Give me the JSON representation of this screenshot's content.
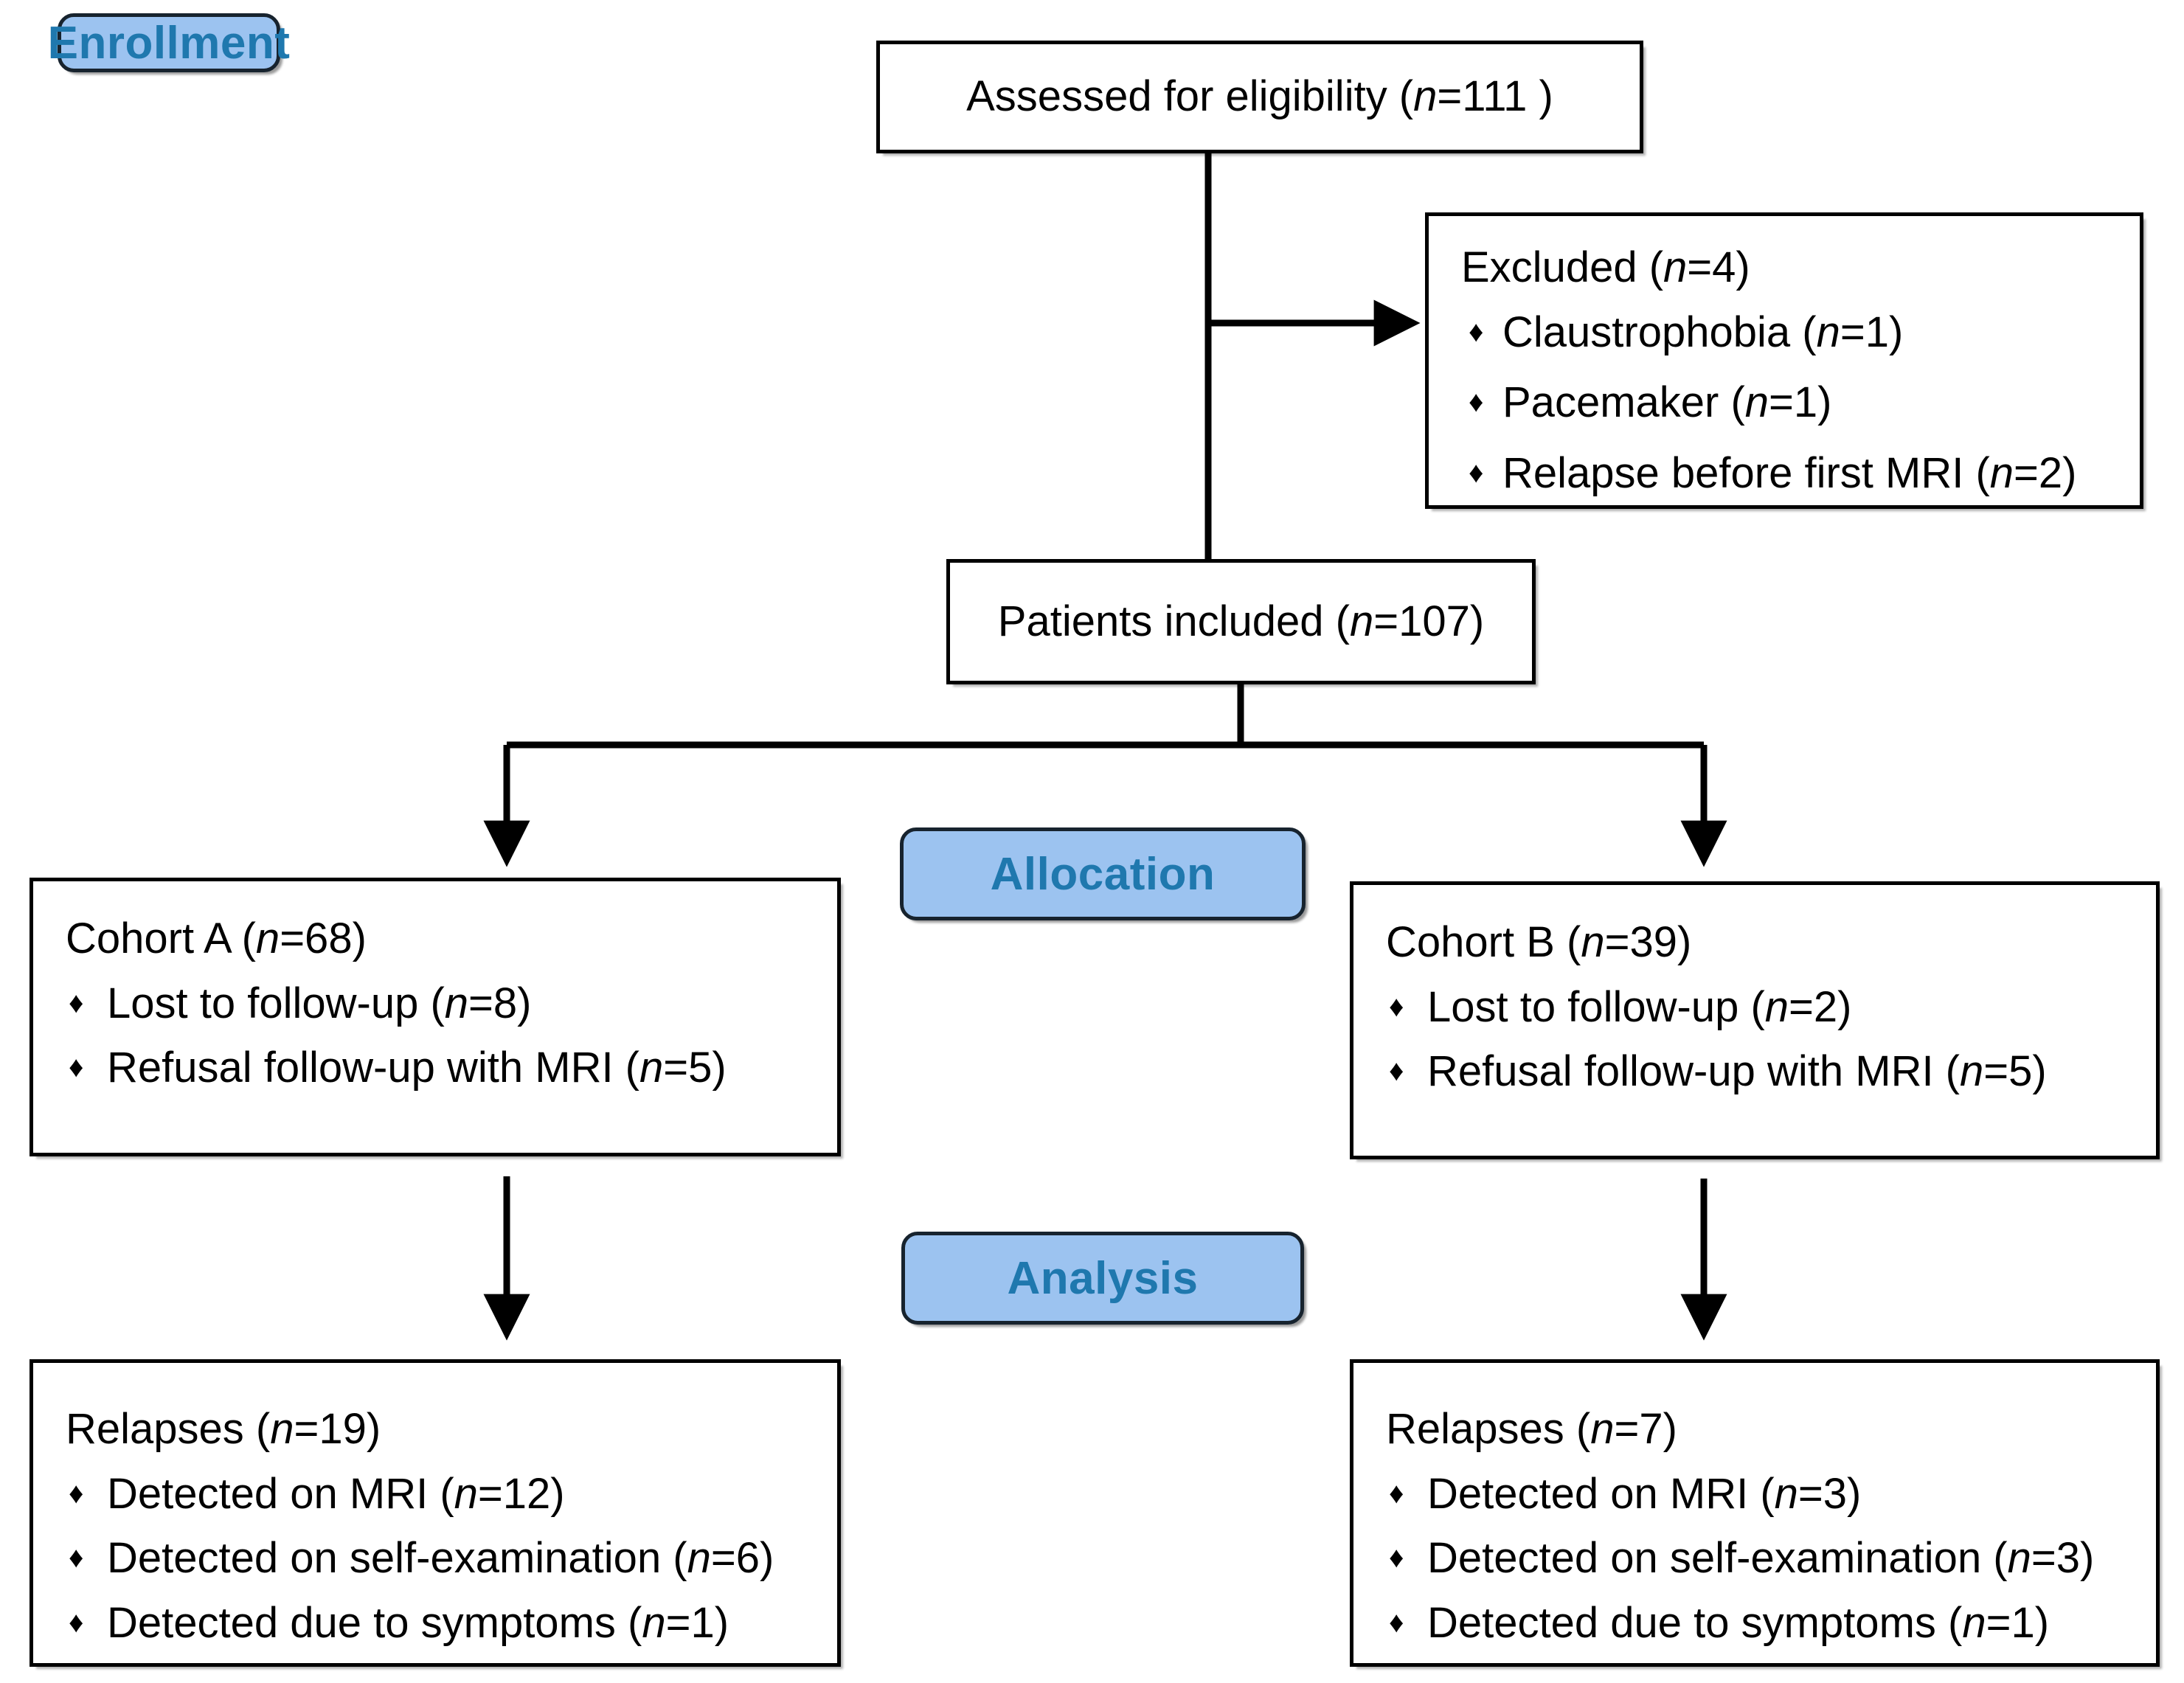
{
  "diagram": {
    "title": "CONSORT patient flow diagram",
    "colors": {
      "pill_fill": "#9CC3F0",
      "pill_border": "#17232E",
      "pill_text": "#1F78AE",
      "box_border": "#000000",
      "box_fill": "#FFFFFF",
      "text": "#000000"
    }
  },
  "phases": {
    "enrollment": "Enrollment",
    "allocation": "Allocation",
    "analysis": "Analysis"
  },
  "bullet_glyph": "♦",
  "nodes": {
    "assessed": {
      "text_before": "Assessed for eligibility (",
      "n_symbol": "n",
      "text_after": "=111 )"
    },
    "excluded": {
      "headline_before": "Excluded (",
      "n_symbol": "n",
      "headline_after": "=4)",
      "items": [
        {
          "label": "Claustrophobia (",
          "n_symbol": "n",
          "value": "=1)"
        },
        {
          "label": "Pacemaker (",
          "n_symbol": "n",
          "value": "=1)"
        },
        {
          "label": "Relapse before first MRI (",
          "n_symbol": "n",
          "value": "=2)"
        }
      ]
    },
    "included": {
      "text_before": "Patients included (",
      "n_symbol": "n",
      "text_after": "=107)"
    },
    "cohort_a": {
      "headline_before": "Cohort A (",
      "n_symbol": "n",
      "headline_after": "=68)",
      "items": [
        {
          "label": "Lost to follow-up (",
          "n_symbol": "n",
          "value": "=8)"
        },
        {
          "label": "Refusal follow-up with MRI (",
          "n_symbol": "n",
          "value": "=5)"
        }
      ]
    },
    "cohort_b": {
      "headline_before": "Cohort B (",
      "n_symbol": "n",
      "headline_after": "=39)",
      "items": [
        {
          "label": "Lost to follow-up (",
          "n_symbol": "n",
          "value": "=2)"
        },
        {
          "label": "Refusal follow-up with MRI (",
          "n_symbol": "n",
          "value": "=5)"
        }
      ]
    },
    "relapses_a": {
      "headline_before": "Relapses (",
      "n_symbol": "n",
      "headline_after": "=19)",
      "items": [
        {
          "label": "Detected on MRI (",
          "n_symbol": "n",
          "value": "=12)"
        },
        {
          "label": "Detected on self-examination (",
          "n_symbol": "n",
          "value": "=6)"
        },
        {
          "label": "Detected due to symptoms (",
          "n_symbol": "n",
          "value": "=1)"
        }
      ]
    },
    "relapses_b": {
      "headline_before": "Relapses (",
      "n_symbol": "n",
      "headline_after": "=7)",
      "items": [
        {
          "label": "Detected on MRI (",
          "n_symbol": "n",
          "value": "=3)"
        },
        {
          "label": "Detected on self-examination (",
          "n_symbol": "n",
          "value": "=3)"
        },
        {
          "label": "Detected due to symptoms (",
          "n_symbol": "n",
          "value": "=1)"
        }
      ]
    }
  },
  "chart_data": {
    "type": "diagram",
    "title": "CONSORT patient flow diagram",
    "phases": [
      "Enrollment",
      "Allocation",
      "Analysis"
    ],
    "nodes": [
      {
        "id": "assessed",
        "label": "Assessed for eligibility (n=111 )",
        "n": 111,
        "phase": "Enrollment"
      },
      {
        "id": "excluded",
        "label": "Excluded (n=4)",
        "n": 4,
        "phase": "Enrollment",
        "children": [
          {
            "label": "Claustrophobia (n=1)",
            "n": 1
          },
          {
            "label": "Pacemaker (n=1)",
            "n": 1
          },
          {
            "label": "Relapse before first MRI (n=2)",
            "n": 2
          }
        ]
      },
      {
        "id": "included",
        "label": "Patients included (n=107)",
        "n": 107,
        "phase": "Enrollment"
      },
      {
        "id": "cohort_a",
        "label": "Cohort A (n=68)",
        "n": 68,
        "phase": "Allocation",
        "children": [
          {
            "label": "Lost to follow-up (n=8)",
            "n": 8
          },
          {
            "label": "Refusal follow-up with MRI (n=5)",
            "n": 5
          }
        ]
      },
      {
        "id": "cohort_b",
        "label": "Cohort B (n=39)",
        "n": 39,
        "phase": "Allocation",
        "children": [
          {
            "label": "Lost to follow-up (n=2)",
            "n": 2
          },
          {
            "label": "Refusal follow-up with MRI (n=5)",
            "n": 5
          }
        ]
      },
      {
        "id": "relapses_a",
        "label": "Relapses (n=19)",
        "n": 19,
        "phase": "Analysis",
        "children": [
          {
            "label": "Detected on MRI (n=12)",
            "n": 12
          },
          {
            "label": "Detected on self-examination (n=6)",
            "n": 6
          },
          {
            "label": "Detected due to symptoms (n=1)",
            "n": 1
          }
        ]
      },
      {
        "id": "relapses_b",
        "label": "Relapses (n=7)",
        "n": 7,
        "phase": "Analysis",
        "children": [
          {
            "label": "Detected on MRI (n=3)",
            "n": 3
          },
          {
            "label": "Detected on self-examination (n=3)",
            "n": 3
          },
          {
            "label": "Detected due to symptoms (n=1)",
            "n": 1
          }
        ]
      }
    ],
    "edges": [
      {
        "from": "assessed",
        "to": "excluded",
        "style": "arrow"
      },
      {
        "from": "assessed",
        "to": "included",
        "style": "line"
      },
      {
        "from": "included",
        "to": "cohort_a",
        "style": "arrow"
      },
      {
        "from": "included",
        "to": "cohort_b",
        "style": "arrow"
      },
      {
        "from": "cohort_a",
        "to": "relapses_a",
        "style": "arrow"
      },
      {
        "from": "cohort_b",
        "to": "relapses_b",
        "style": "arrow"
      }
    ]
  }
}
